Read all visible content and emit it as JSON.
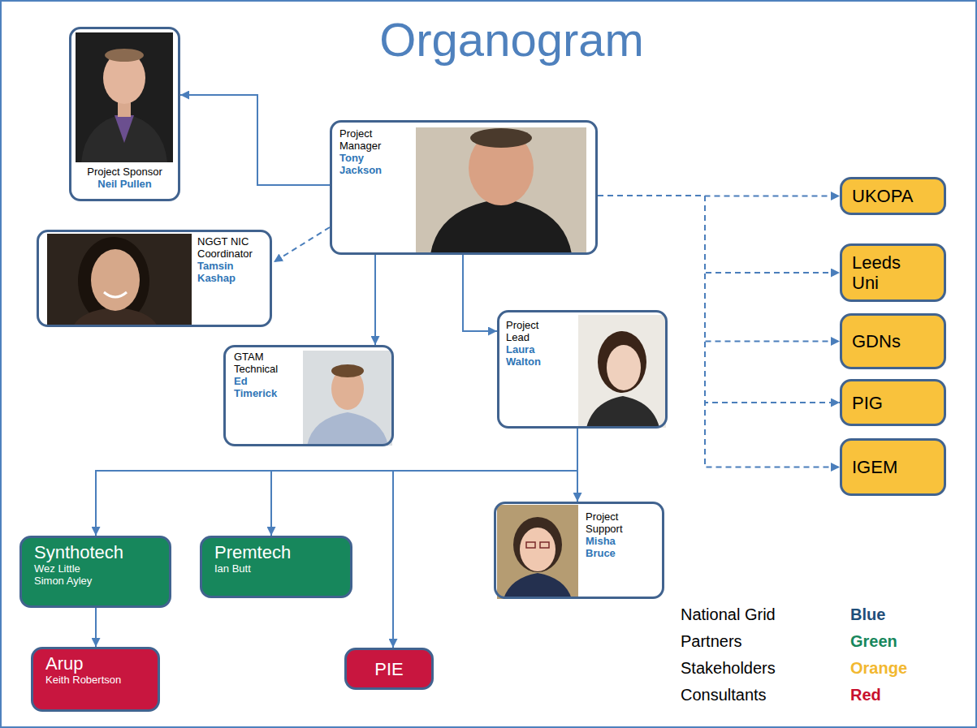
{
  "diagram": {
    "title": "Organogram",
    "nodes": [
      {
        "text": [
          "Project Sponsor",
          "Neil Pullen"
        ]
      },
      {
        "text": [
          "Project Manager",
          "Tony Jackson"
        ]
      },
      {
        "text": [
          "NGGT NIC Coordinator",
          "Tamsin Kashap"
        ]
      },
      {
        "text": [
          "GTAM Technical",
          "Ed Timerick"
        ]
      },
      {
        "text": [
          "Project Lead",
          "Laura Walton"
        ]
      },
      {
        "text": [
          "Project Support",
          "Misha Bruce"
        ]
      },
      {
        "text": [
          "Synthotech",
          "Wez Little",
          "Simon Ayley"
        ]
      },
      {
        "text": [
          "Premtech",
          "Ian Butt"
        ]
      },
      {
        "text": [
          "Arup",
          "Keith Robertson"
        ]
      },
      {
        "text": [
          "PIE"
        ]
      },
      {
        "text": [
          "UKOPA"
        ]
      },
      {
        "text": [
          "Leeds Uni"
        ]
      },
      {
        "text": [
          "GDNs"
        ]
      },
      {
        "text": [
          "PIG"
        ]
      },
      {
        "text": [
          "IGEM"
        ]
      }
    ],
    "edges": [
      {
        "from": 1,
        "to": 0,
        "arrow": "to"
      },
      {
        "from": 1,
        "to": 2,
        "arrow": "to"
      },
      {
        "from": 1,
        "to": 3,
        "arrow": "to"
      },
      {
        "from": 1,
        "to": 4,
        "arrow": "to"
      },
      {
        "from": 1,
        "to": 10,
        "arrow": "to"
      },
      {
        "from": 1,
        "to": 11,
        "arrow": "to"
      },
      {
        "from": 1,
        "to": 12,
        "arrow": "to"
      },
      {
        "from": 1,
        "to": 13,
        "arrow": "to"
      },
      {
        "from": 1,
        "to": 14,
        "arrow": "to"
      },
      {
        "from": 4,
        "to": 6,
        "arrow": "to"
      },
      {
        "from": 4,
        "to": 7,
        "arrow": "to"
      },
      {
        "from": 4,
        "to": 9,
        "arrow": "to"
      },
      {
        "from": 4,
        "to": 5,
        "arrow": "to"
      },
      {
        "from": 6,
        "to": 8,
        "arrow": "to"
      }
    ],
    "labels": [
      "Blue",
      "Green",
      "Orange",
      "Red"
    ],
    "legend": [
      {
        "text": "National Grid",
        "color": "#1f4e79"
      },
      {
        "text": "Partners",
        "color": "#17875c"
      },
      {
        "text": "Stakeholders",
        "color": "#f2b830"
      },
      {
        "text": "Consultants",
        "color": "#c8102e"
      }
    ]
  }
}
